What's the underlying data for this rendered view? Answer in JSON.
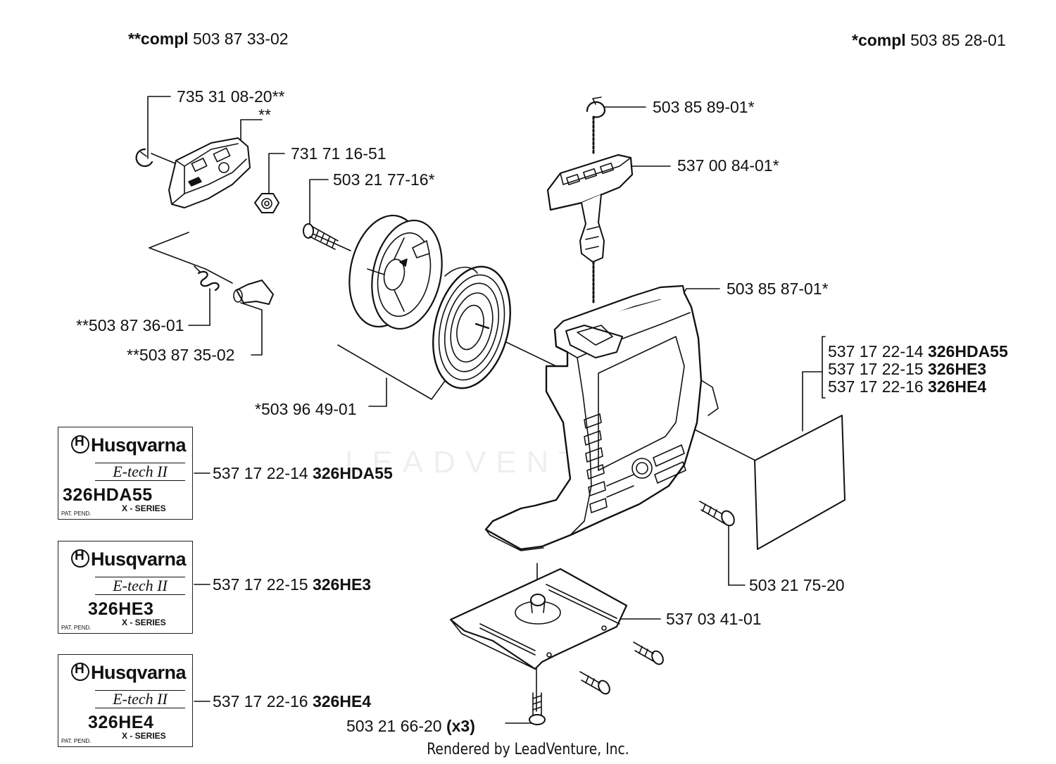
{
  "groups": {
    "left": {
      "prefix": "**compl",
      "part": "503 87 33-02"
    },
    "right": {
      "prefix": "*compl",
      "part": "503 85 28-01"
    }
  },
  "callouts": {
    "c1": {
      "part": "735 31 08-20**"
    },
    "c2": {
      "part": "**"
    },
    "c3": {
      "part": "731 71 16-51"
    },
    "c4": {
      "part": "503 21 77-16*"
    },
    "c5": {
      "part": "**503 87 36-01"
    },
    "c6": {
      "part": "**503 87 35-02"
    },
    "c7": {
      "part": "*503 96 49-01"
    },
    "c8": {
      "part": "503 85 89-01*"
    },
    "c9": {
      "part": "537 00 84-01*"
    },
    "c10": {
      "part": "503 85 87-01*"
    },
    "c11": {
      "part": "503 21 75-20"
    },
    "c12": {
      "part": "537 03 41-01"
    },
    "c13": {
      "part": "503 21 66-20",
      "qty": "(x3)"
    }
  },
  "decal_list": [
    {
      "part": "537 17 22-14",
      "model": "326HDA55"
    },
    {
      "part": "537 17 22-15",
      "model": "326HE3"
    },
    {
      "part": "537 17 22-16",
      "model": "326HE4"
    }
  ],
  "decals": [
    {
      "brand": "Husqvarna",
      "tech": "E-tech II",
      "model": "326HDA55",
      "series": "X - SERIES",
      "patent": "PAT. PEND.",
      "part": "537 17 22-14",
      "model_label": "326HDA55"
    },
    {
      "brand": "Husqvarna",
      "tech": "E-tech II",
      "model": "326HE3",
      "series": "X - SERIES",
      "patent": "PAT. PEND.",
      "part": "537 17 22-15",
      "model_label": "326HE3"
    },
    {
      "brand": "Husqvarna",
      "tech": "E-tech II",
      "model": "326HE4",
      "series": "X - SERIES",
      "patent": "PAT. PEND.",
      "part": "537 17 22-16",
      "model_label": "326HE4"
    }
  ],
  "footer": "Rendered by LeadVenture, Inc.",
  "watermark": "LEADVENTURE"
}
